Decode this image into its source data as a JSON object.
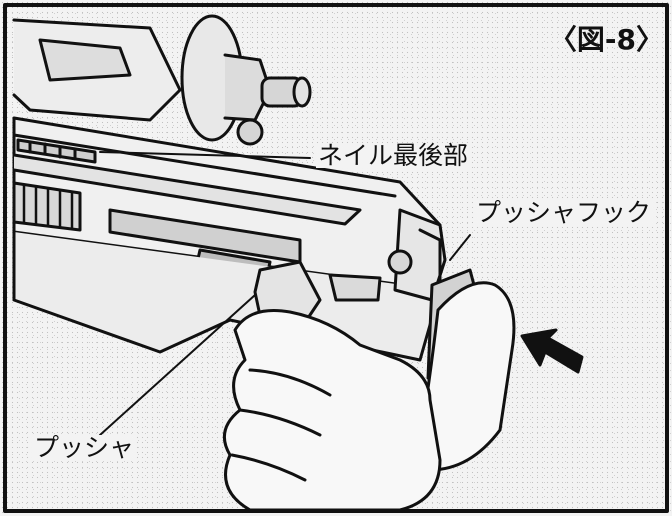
{
  "figure": {
    "number": "〈図-8〉",
    "labels": {
      "nail_rear": "ネイル最後部",
      "pusher_hook": "プッシャフック",
      "pusher": "プッシャ"
    }
  }
}
